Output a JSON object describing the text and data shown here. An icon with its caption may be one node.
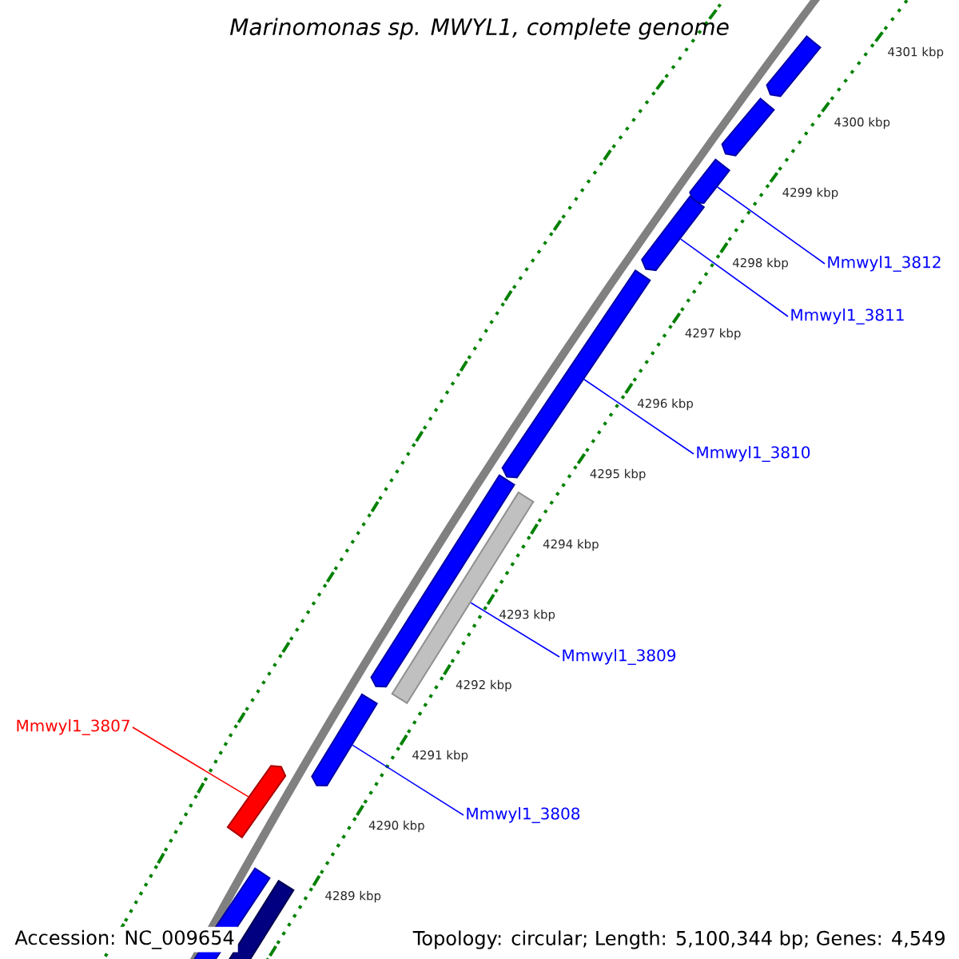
{
  "diagram": {
    "title": "*Marinomonas sp. MWYL1, complete genome*",
    "nodes": [
      {
        "text": [
          "Mmwyl1_3812"
        ]
      },
      {
        "text": [
          "Mmwyl1_3811"
        ]
      },
      {
        "text": [
          "Mmwyl1_3810"
        ]
      },
      {
        "text": [
          "Mmwyl1_3809"
        ]
      },
      {
        "text": [
          "Mmwyl1_3807"
        ]
      },
      {
        "text": [
          "Mmwyl1_3808"
        ]
      },
      {
        "text": [],
        "shape": "bar"
      },
      {
        "text": [],
        "shape": "bar"
      },
      {
        "text": [],
        "shape": "bar"
      },
      {
        "text": [],
        "shape": "bar"
      },
      {
        "text": [],
        "shape": "bar"
      },
      {
        "text": [],
        "shape": "box"
      },
      {
        "text": [],
        "shape": "bar"
      },
      {
        "text": [],
        "shape": "bar"
      },
      {
        "text": [],
        "shape": "bar"
      },
      {
        "text": [],
        "shape": "bar"
      },
      {
        "text": [],
        "shape": "box"
      }
    ],
    "edges": [
      {
        "from": 0,
        "to": 8,
        "arrow": "none"
      },
      {
        "from": 1,
        "to": 9,
        "arrow": "none"
      },
      {
        "from": 2,
        "to": 10,
        "arrow": "none"
      },
      {
        "from": 3,
        "to": 11,
        "arrow": "none"
      },
      {
        "from": 4,
        "to": 13,
        "arrow": "none",
        "color": "#ff0000"
      },
      {
        "from": 5,
        "to": 14,
        "arrow": "none"
      }
    ],
    "labels": [
      "4301 kbp",
      "4300 kbp",
      "4299 kbp",
      "4298 kbp",
      "4297 kbp",
      "4296 kbp",
      "4295 kbp",
      "4294 kbp",
      "4293 kbp",
      "4292 kbp",
      "4291 kbp",
      "4290 kbp",
      "4289 kbp",
      "Accession: NC_009654",
      "Topology: circular; Length: 5,100,344 bp; Genes: 4,549"
    ]
  }
}
